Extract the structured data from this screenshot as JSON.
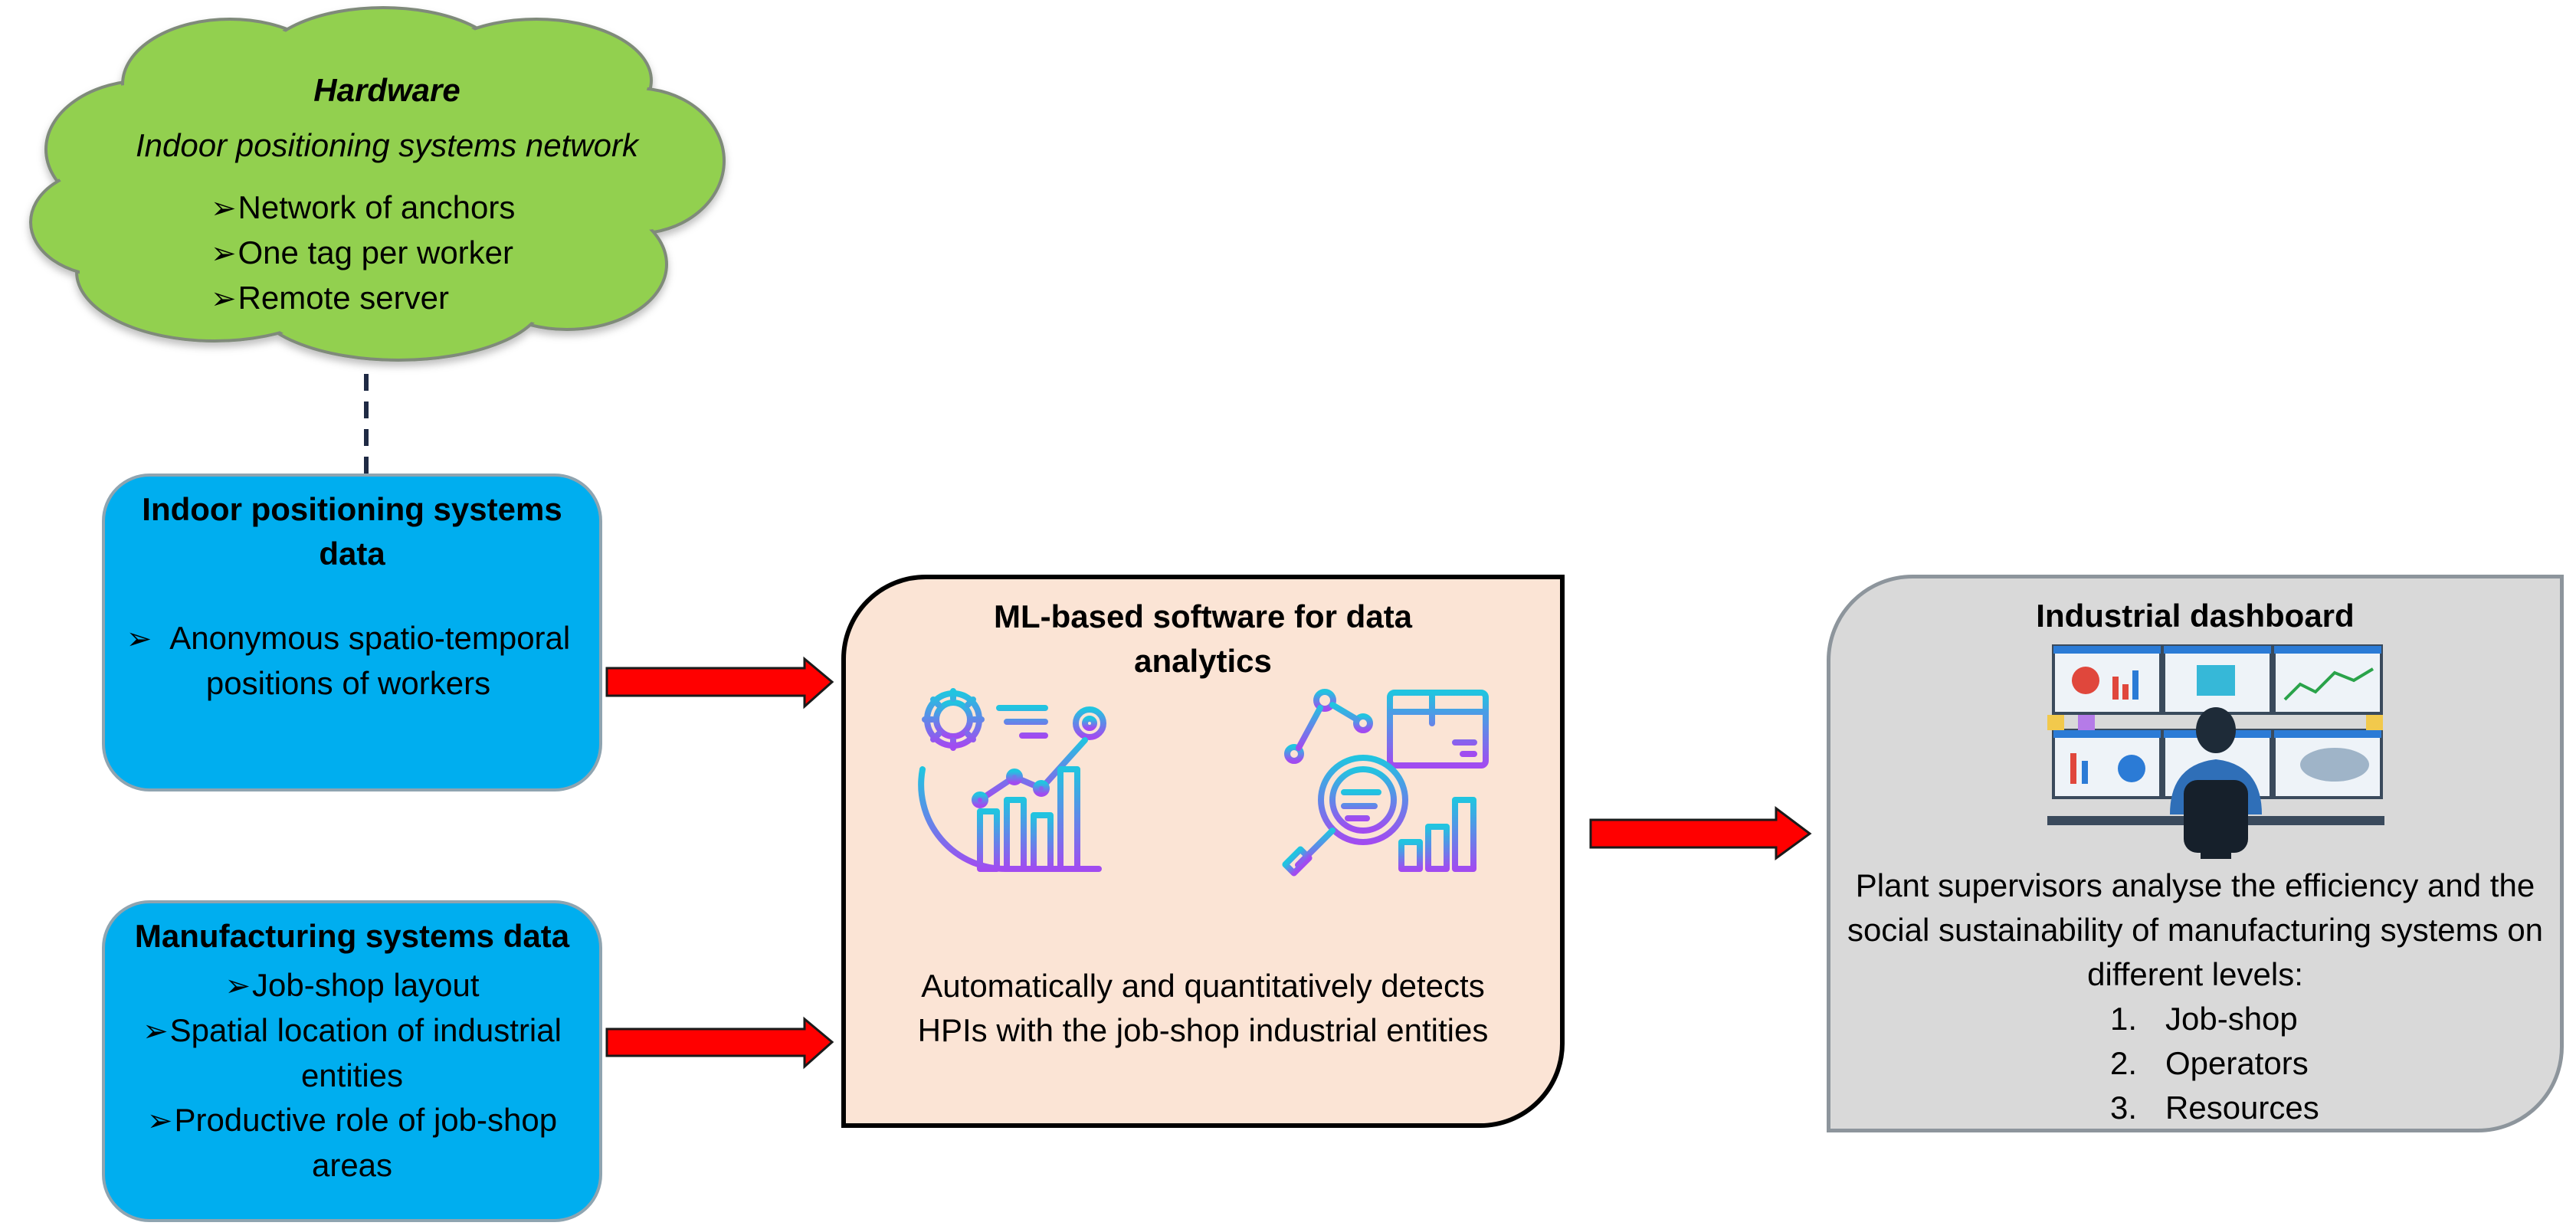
{
  "hardware": {
    "title": "Hardware",
    "subtitle": "Indoor positioning systems network",
    "items": [
      "Network of anchors",
      "One tag per worker",
      "Remote server"
    ]
  },
  "ips_data": {
    "title": "Indoor positioning systems data",
    "items": [
      "Anonymous spatio-temporal positions of workers"
    ]
  },
  "manufacturing_data": {
    "title": "Manufacturing systems data",
    "items": [
      "Job-shop layout",
      "Spatial location of industrial entities",
      "Productive role of job-shop areas"
    ]
  },
  "ml_software": {
    "title": "ML-based software for data analytics",
    "description": "Automatically and quantitatively detects HPIs with the job-shop industrial entities"
  },
  "dashboard": {
    "title": "Industrial dashboard",
    "description": "Plant supervisors analyse the efficiency and the social sustainability of manufacturing systems on different levels:",
    "levels": [
      {
        "num": "1.",
        "label": "Job-shop"
      },
      {
        "num": "2.",
        "label": "Operators"
      },
      {
        "num": "3.",
        "label": "Resources"
      }
    ]
  },
  "colors": {
    "cloud": "#92d050",
    "data_box": "#00aeef",
    "ml_box": "#fbe4d5",
    "dashboard_box": "#d9d9d9",
    "arrow": "#ff0000",
    "connector": "#1f2a44"
  }
}
